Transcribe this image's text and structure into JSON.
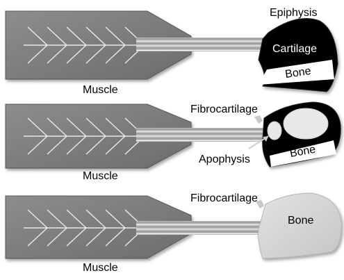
{
  "panels": [
    {
      "muscle_label": "Muscle",
      "top_label": "Epiphysis",
      "inner_label": "Cartilage",
      "bone_label": "Bone"
    },
    {
      "muscle_label": "Muscle",
      "top_label": "Fibrocartilage",
      "side_label": "Apophysis",
      "bone_label": "Bone"
    },
    {
      "muscle_label": "Muscle",
      "top_label": "Fibrocartilage",
      "bone_label": "Bone"
    }
  ],
  "colors": {
    "muscle_fill": "#7a7a7a",
    "muscle_stroke": "#555555",
    "fiber_line": "#e8e8e8",
    "tendon_band": "#bbbbbb",
    "epiphysis_fill": "#000000",
    "mature_bone_fill": "#cfcfcf",
    "bone_strip": "#ffffff"
  }
}
